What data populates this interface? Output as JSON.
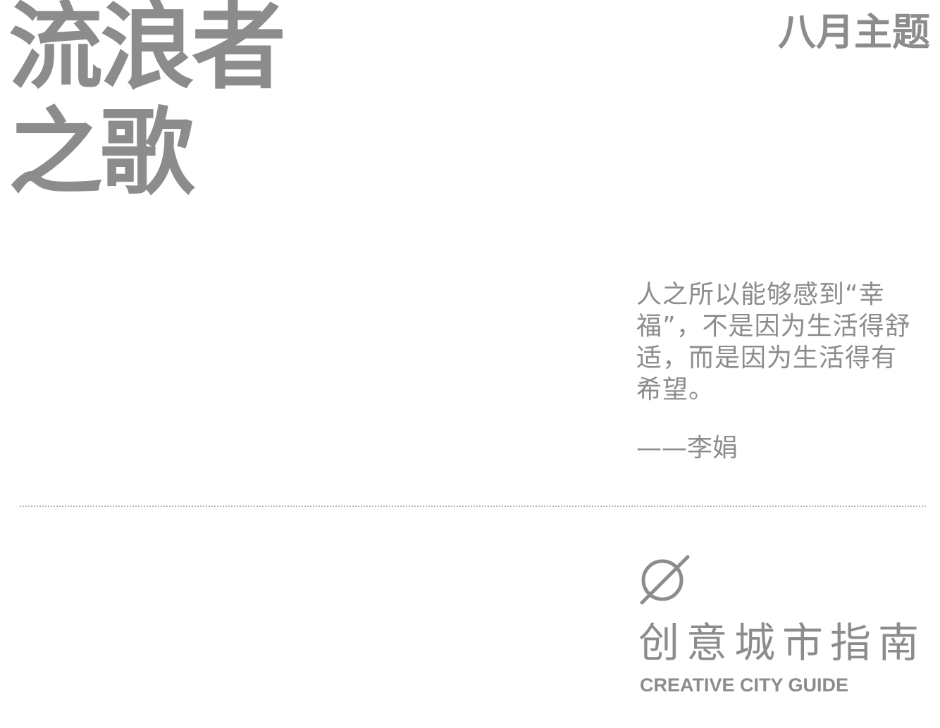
{
  "header": {
    "title_line1": "流浪者",
    "title_line2": "之歌",
    "month_theme": "八月主题"
  },
  "quote": {
    "text": "人之所以能够感到“幸福”，不是因为生活得舒适，而是因为生活得有希望。",
    "author": "——李娟"
  },
  "brand": {
    "icon": "empty-set-icon",
    "name_cn": "创意城市指南",
    "name_en": "CREATIVE CITY GUIDE"
  },
  "colors": {
    "text": "#8c8c8c",
    "background": "#ffffff",
    "divider": "#b3b3b3"
  }
}
